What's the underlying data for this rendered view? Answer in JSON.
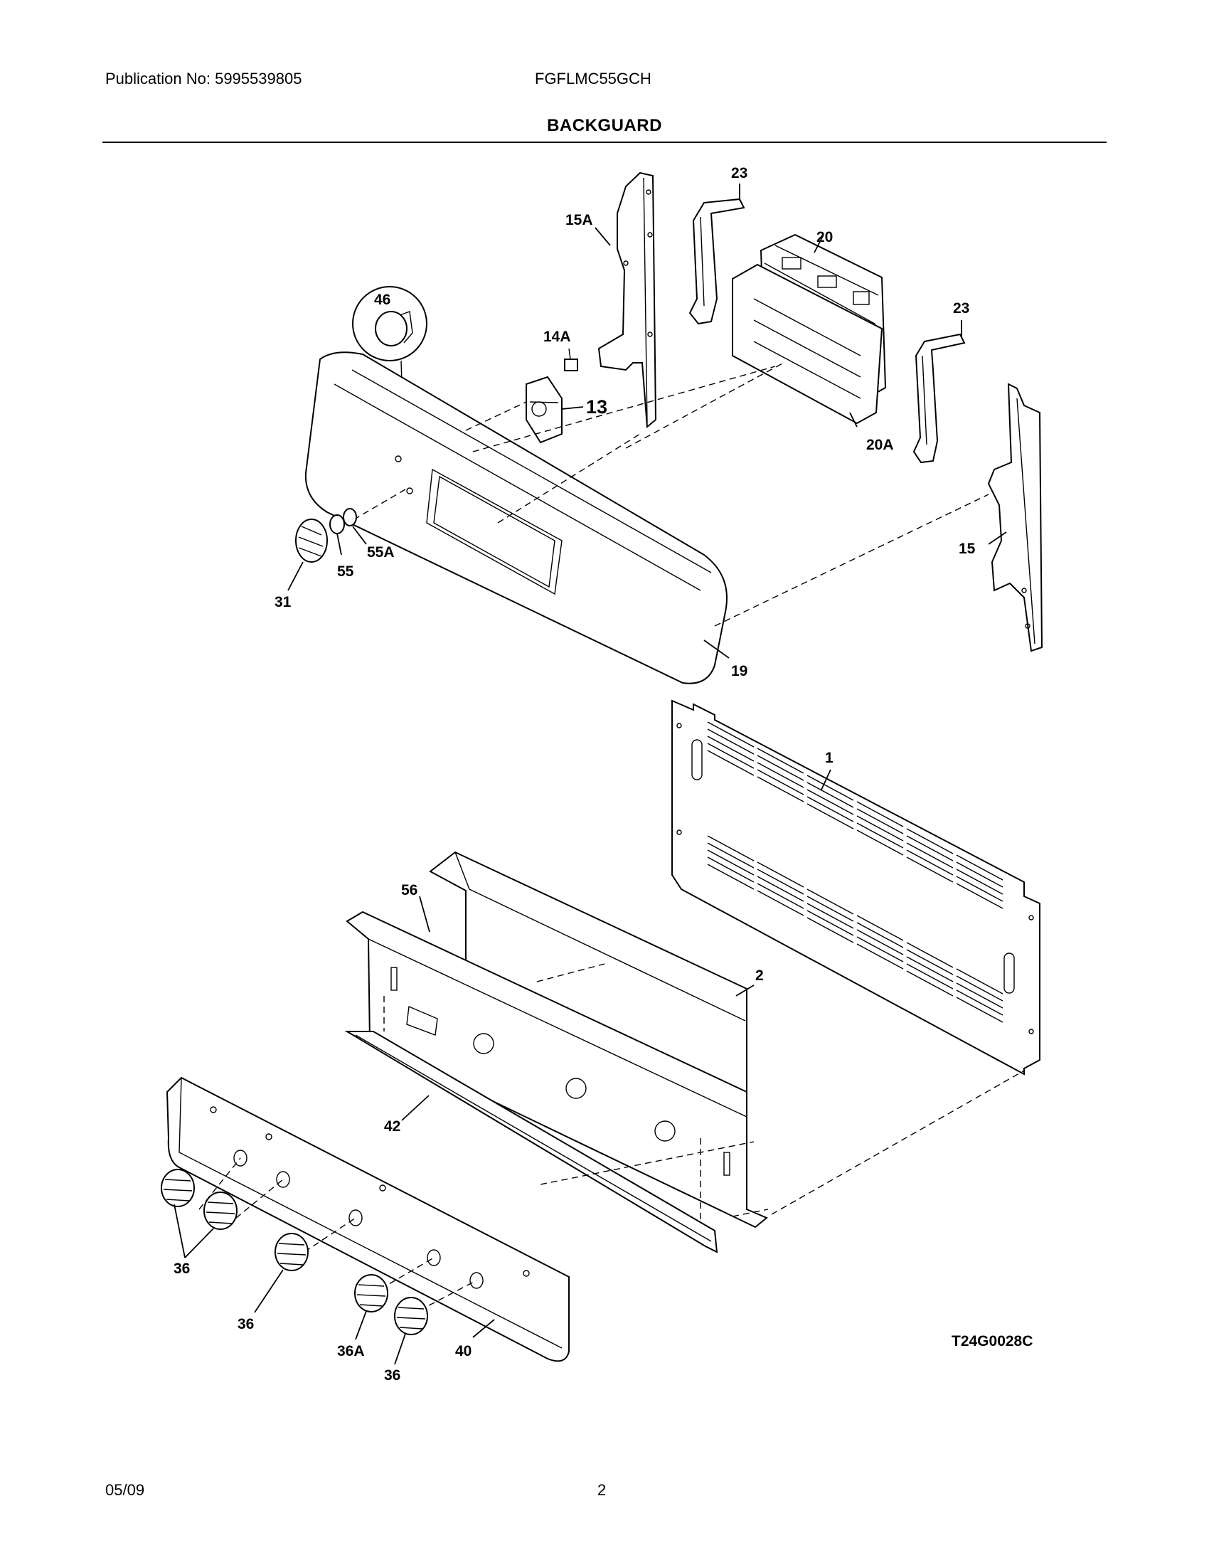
{
  "header": {
    "publication": "Publication No: 5995539805",
    "model": "FGFLMC55GCH"
  },
  "section_title": "BACKGUARD",
  "callouts": {
    "c23a": "23",
    "c15A": "15A",
    "c20": "20",
    "c46": "46",
    "c14A": "14A",
    "c23b": "23",
    "c13": "13",
    "c20A": "20A",
    "c55A": "55A",
    "c55": "55",
    "c31": "31",
    "c15": "15",
    "c19": "19",
    "c1": "1",
    "c56": "56",
    "c2": "2",
    "c42": "42",
    "c36a": "36",
    "c36b": "36",
    "c36A": "36A",
    "c40": "40",
    "c36c": "36"
  },
  "figure_code": "T24G0028C",
  "footer": {
    "date": "05/09",
    "page": "2"
  }
}
